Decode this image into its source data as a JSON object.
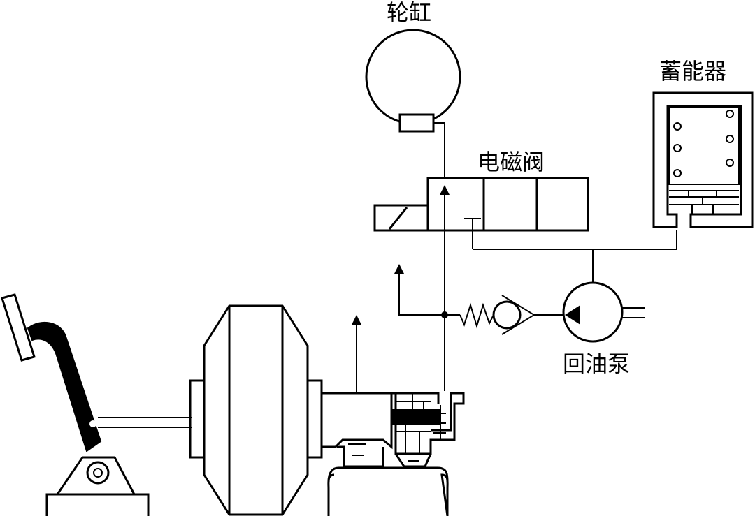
{
  "labels": {
    "wheel_cylinder": "轮缸",
    "solenoid_valve": "电磁阀",
    "accumulator": "蓄能器",
    "return_pump": "回油泵"
  },
  "colors": {
    "line": "#000000",
    "background": "#ffffff"
  }
}
